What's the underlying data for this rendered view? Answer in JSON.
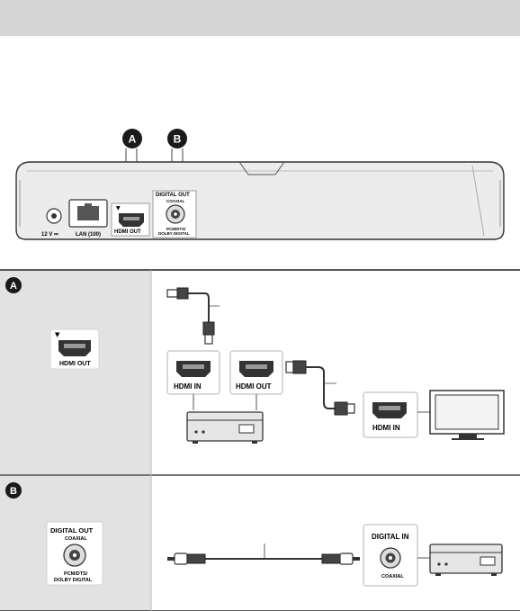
{
  "callouts": {
    "a": "A",
    "b": "B"
  },
  "rear_panel": {
    "power_label": "12 V ⎓",
    "lan_label": "LAN (100)",
    "hdmi_label": "HDMI OUT",
    "hdmi_marker": "▼",
    "digital_out_label": "DIGITAL OUT",
    "coaxial_label": "COAXIAL",
    "format_line1": "PCM/DTS/",
    "format_line2": "DOLBY DIGITAL"
  },
  "section_a": {
    "badge": "A",
    "port_marker": "▼",
    "port_label": "HDMI OUT",
    "receiver_hdmi_in": "HDMI IN",
    "receiver_hdmi_out": "HDMI OUT",
    "tv_hdmi_in": "HDMI IN"
  },
  "section_b": {
    "badge": "B",
    "port_label": "DIGITAL OUT",
    "port_coaxial": "COAXIAL",
    "port_format1": "PCM/DTS/",
    "port_format2": "DOLBY DIGITAL",
    "receiver_label": "DIGITAL IN",
    "receiver_coaxial": "COAXIAL"
  },
  "colors": {
    "header_bg": "#d5d5d5",
    "panel_bg": "#e2e2e2",
    "badge_bg": "#1a1a1a",
    "device_body": "#e6e6e6",
    "frame_border": "#b8b8b8"
  }
}
